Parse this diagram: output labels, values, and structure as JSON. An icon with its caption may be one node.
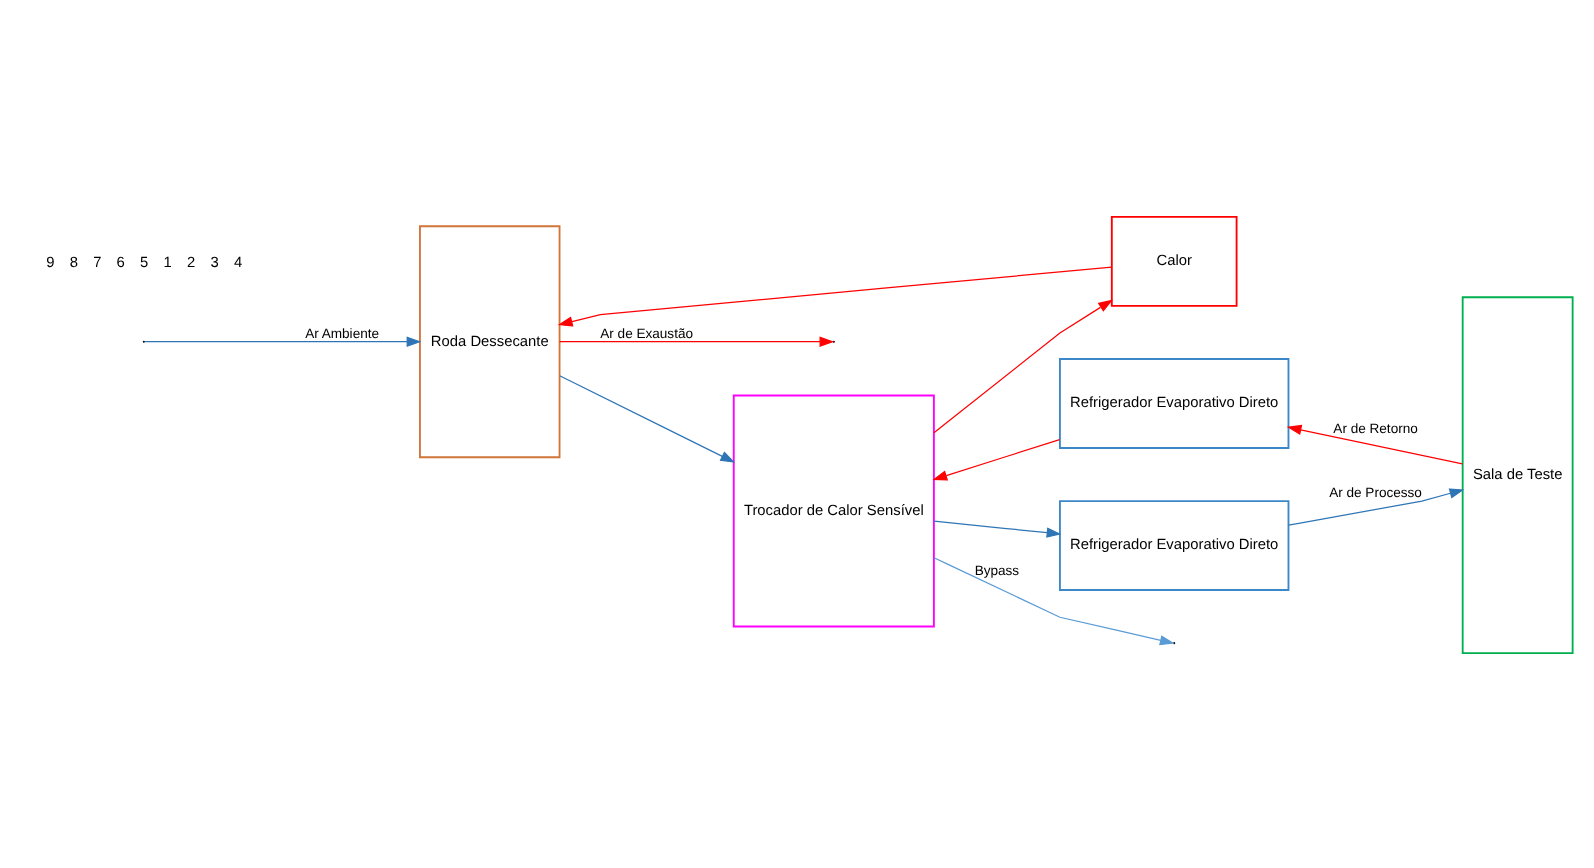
{
  "diagram": {
    "nodes": [
      {
        "text": [
          "Roda Dessecante"
        ]
      },
      {
        "text": [
          "Calor"
        ]
      },
      {
        "text": [
          "Trocador de Calor Sensível"
        ]
      },
      {
        "text": [
          "Refrigerador Evaporativo Direto"
        ]
      },
      {
        "text": [
          "Refrigerador Evaporativo Direto"
        ]
      },
      {
        "text": [
          "Sala de Teste"
        ]
      }
    ],
    "edges": [
      {
        "from": null,
        "to": 0,
        "arrow": "to",
        "label": "Ar Ambiente",
        "color": "#2e75b6"
      },
      {
        "from": 0,
        "to": 2,
        "arrow": "to",
        "color": "#2e75b6"
      },
      {
        "from": 2,
        "to": 4,
        "arrow": "to",
        "color": "#2e75b6"
      },
      {
        "from": 4,
        "to": 5,
        "arrow": "to",
        "label": "Ar de Processo",
        "color": "#2e75b6"
      },
      {
        "from": 5,
        "to": 3,
        "arrow": "to",
        "label": "Ar de Retorno",
        "color": "#ff0000"
      },
      {
        "from": 3,
        "to": 2,
        "arrow": "to",
        "color": "#ff0000"
      },
      {
        "from": 2,
        "to": 1,
        "arrow": "to",
        "color": "#ff0000"
      },
      {
        "from": 1,
        "to": 0,
        "arrow": "to",
        "color": "#ff0000"
      },
      {
        "from": 0,
        "to": null,
        "arrow": "to",
        "label": "Ar de Exaustão",
        "color": "#ff0000"
      },
      {
        "from": 2,
        "to": null,
        "arrow": "to",
        "label": "Bypass",
        "color": "#5b9bd5"
      }
    ],
    "labels": [
      "9",
      "8",
      "7",
      "6",
      "5",
      "1",
      "2",
      "3",
      "4"
    ]
  }
}
